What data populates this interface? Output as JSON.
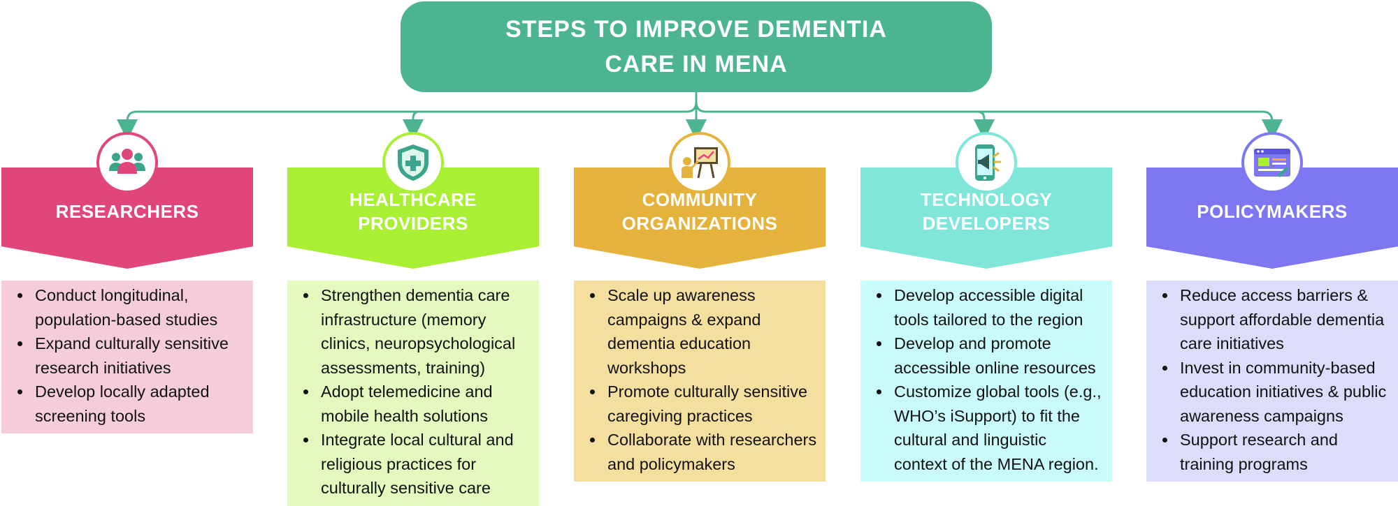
{
  "title": {
    "line1": "STEPS TO IMPROVE DEMENTIA",
    "line2": "CARE IN MENA"
  },
  "columns": [
    {
      "heading": [
        "RESEARCHERS"
      ],
      "icon": "people-group-icon",
      "colors": {
        "banner": "#e0457b",
        "box": "#f5cdd9",
        "ring": "#e0457b"
      },
      "bullets": [
        "Conduct longitudinal, population-based studies",
        "Expand culturally sensitive research initiatives",
        "Develop locally adapted screening tools"
      ]
    },
    {
      "heading": [
        "HEALTHCARE",
        "PROVIDERS"
      ],
      "icon": "medical-shield-icon",
      "colors": {
        "banner": "#a9ef34",
        "box": "#e4f9bd",
        "ring": "#a9ef34"
      },
      "bullets": [
        "Strengthen dementia care infrastructure (memory clinics, neuropsychological assessments, training)",
        "Adopt telemedicine and mobile health solutions",
        "Integrate local cultural and religious practices for culturally sensitive care"
      ]
    },
    {
      "heading": [
        "COMMUNITY",
        "ORGANIZATIONS"
      ],
      "icon": "presentation-board-icon",
      "colors": {
        "banner": "#e5b33b",
        "box": "#f4df9f",
        "ring": "#e5b33b"
      },
      "bullets": [
        "Scale up awareness campaigns & expand dementia education workshops",
        "Promote culturally sensitive caregiving practices",
        "Collaborate with researchers and policymakers"
      ]
    },
    {
      "heading": [
        "TECHNOLOGY",
        "DEVELOPERS"
      ],
      "icon": "mobile-megaphone-icon",
      "colors": {
        "banner": "#7fe6d9",
        "box": "#c9fbfb",
        "ring": "#7fe6d9"
      },
      "bullets": [
        "Develop accessible digital tools tailored to the region",
        "Develop and promote accessible online resources",
        "Customize global tools (e.g., WHO’s iSupport) to fit the cultural and linguistic context of the MENA region."
      ]
    },
    {
      "heading": [
        "POLICYMAKERS"
      ],
      "icon": "web-page-icon",
      "colors": {
        "banner": "#7d77f2",
        "box": "#dcdcfb",
        "ring": "#7d77f2"
      },
      "bullets": [
        "Reduce access barriers & support affordable dementia care initiatives",
        "Invest in community-based education initiatives & public awareness campaigns",
        "Support research and training programs"
      ]
    }
  ]
}
